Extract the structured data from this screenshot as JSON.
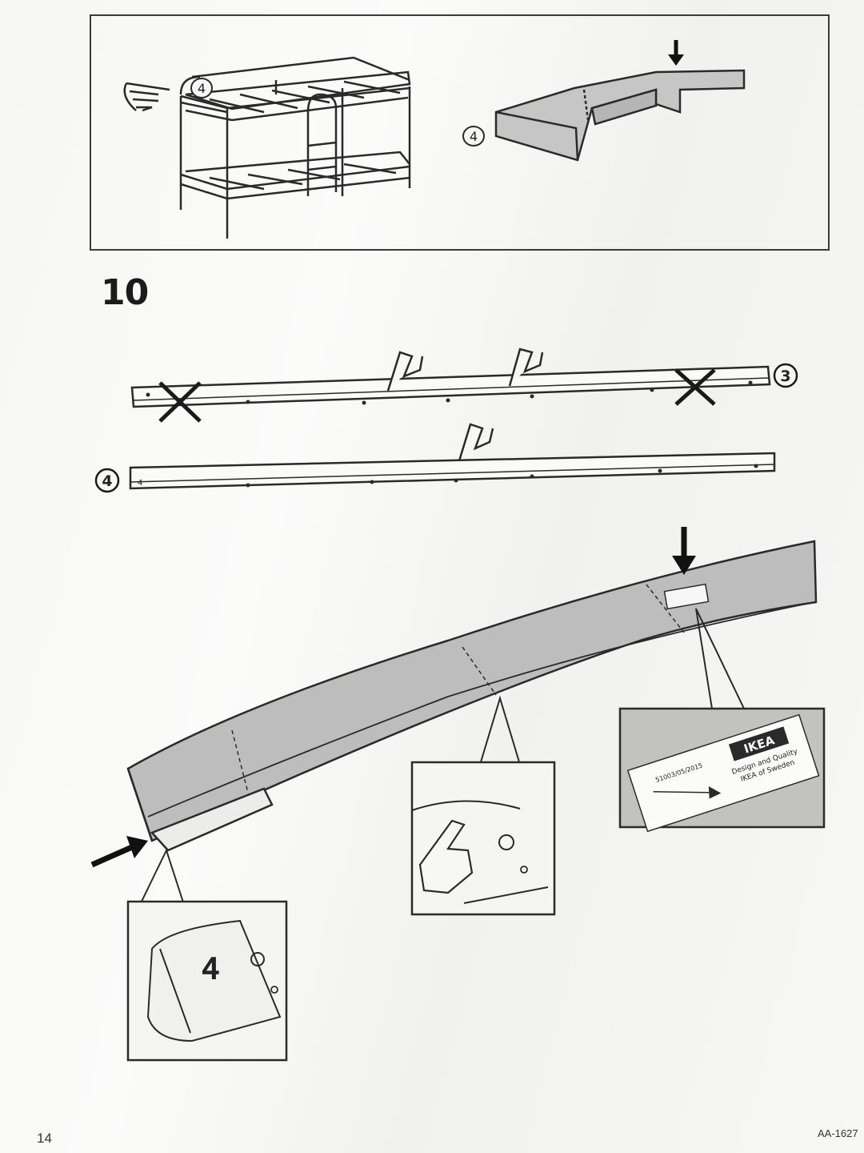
{
  "page": {
    "step_number": "10",
    "page_number": "14",
    "doc_code": "AA-1627"
  },
  "parts": {
    "rail_upper_label": "3",
    "rail_lower_label": "4",
    "rail_end_mark": "4",
    "top_panel_part": "4"
  },
  "label_card": {
    "brand": "IKEA",
    "line1": "Design and Quality",
    "line2": "IKEA of Sweden",
    "code": "51003/05/2015"
  },
  "detail": {
    "part_mark": "4"
  },
  "colors": {
    "ink": "#222222",
    "fabric": "#bcbcbc",
    "paper": "#f7f7f5"
  }
}
